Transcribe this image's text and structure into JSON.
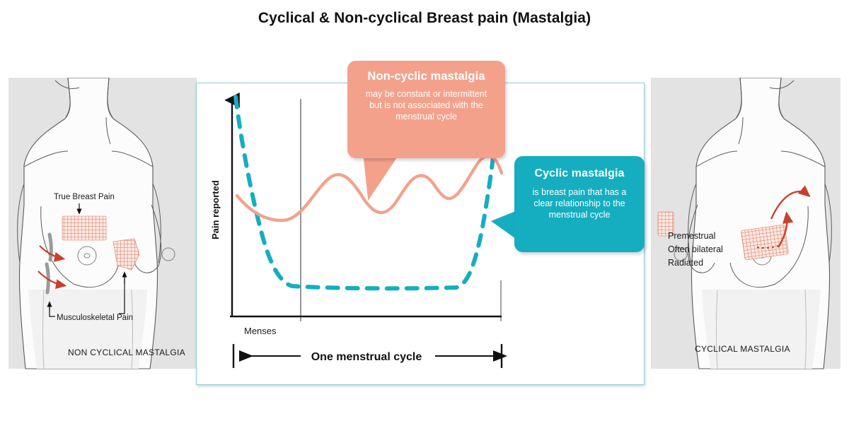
{
  "page": {
    "title": "Cyclical & Non-cyclical Breast pain (Mastalgia)"
  },
  "colors": {
    "orange": "#f4a18c",
    "teal": "#15aec0",
    "card_border": "#8ecfd8",
    "hatch_red": "#e0705a",
    "arrow_red": "#c9402b",
    "panel_gray": "#e3e3e3",
    "axis_black": "#111111",
    "menses_line_gray": "#8a8a8a"
  },
  "panels": {
    "left": {
      "caption": "NON CYCLICAL MASTALGIA",
      "labels": [
        {
          "name": "true-breast-pain",
          "text": "True Breast Pain"
        },
        {
          "name": "musculoskeletal-pain",
          "text": "Musculoskeletal Pain"
        }
      ]
    },
    "right": {
      "caption": "CYCLICAL MASTALGIA",
      "labels": [
        {
          "name": "premestrual",
          "text": "Premestrual"
        },
        {
          "name": "often-bilateral",
          "text": "Often bilateral"
        },
        {
          "name": "radiated",
          "text": "Radiated"
        }
      ]
    }
  },
  "callouts": {
    "noncyclic": {
      "title": "Non-cyclic mastalgia",
      "line1": "may be constant or intermittent",
      "line2": "but is not associated with the",
      "line3": "menstrual cycle"
    },
    "cyclic": {
      "title": "Cyclic mastalgia",
      "line1": "is breast pain that has a",
      "line2": "clear relationship to the",
      "line3": "menstrual cycle"
    }
  },
  "chart_data": {
    "type": "line",
    "title": "",
    "xlabel": "One menstrual cycle",
    "ylabel": "Pain reported",
    "xlim": [
      0,
      100
    ],
    "ylim": [
      0,
      100
    ],
    "grid": false,
    "legend": "none",
    "tick_labels": {
      "x": [
        "Menses"
      ],
      "y": []
    },
    "annotations": [
      {
        "name": "menses-marker",
        "text": "Menses",
        "x": 12
      },
      {
        "name": "cycle-span",
        "text": "One menstrual cycle"
      }
    ],
    "series": [
      {
        "name": "Cyclic mastalgia",
        "style": "dashed",
        "color": "#15aec0",
        "x": [
          0,
          4,
          8,
          13,
          18,
          24,
          30,
          40,
          50,
          60,
          70,
          78,
          84,
          89,
          93,
          96,
          100
        ],
        "y": [
          92,
          72,
          52,
          34,
          20,
          11,
          7,
          5,
          5,
          5,
          5,
          6,
          12,
          28,
          50,
          72,
          88
        ]
      },
      {
        "name": "Non-cyclic mastalgia",
        "style": "solid",
        "color": "#f4a18c",
        "x": [
          6,
          12,
          19,
          26,
          33,
          40,
          47,
          54,
          60,
          67,
          74,
          80,
          87,
          93,
          98,
          100
        ],
        "y": [
          58,
          50,
          45,
          47,
          57,
          66,
          62,
          51,
          47,
          56,
          66,
          63,
          58,
          64,
          70,
          62
        ]
      }
    ]
  }
}
